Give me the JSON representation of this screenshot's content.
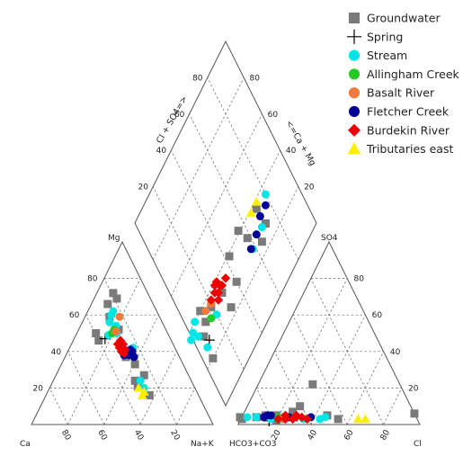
{
  "chart_data": {
    "type": "scatter",
    "subtype": "piper-diagram",
    "grid": true,
    "legend": "top-right",
    "corner_labels": {
      "cation_left": "Ca",
      "cation_right": "Na+K",
      "cation_top": "Mg",
      "anion_left": "HCO3+CO3",
      "anion_right": "Cl",
      "anion_top": "SO4"
    },
    "axis_labels": {
      "diamond_left": "Cl + SO4=>",
      "diamond_right": "<=Ca + Mg"
    },
    "ticks": [
      "20",
      "40",
      "60",
      "80"
    ],
    "series": [
      {
        "name": "Groundwater",
        "marker": "square",
        "color": "#7a7a7a",
        "cations": [
          [
            -26,
            46
          ],
          [
            -29,
            50
          ],
          [
            -14,
            59
          ],
          [
            -16,
            66
          ],
          [
            -10,
            72
          ],
          [
            -6,
            69
          ],
          [
            -4,
            52
          ],
          [
            4,
            37
          ],
          [
            14,
            33
          ],
          [
            24,
            27
          ],
          [
            14,
            24
          ],
          [
            17,
            21
          ],
          [
            30,
            16
          ]
        ],
        "anions": [
          [
            1,
            4
          ],
          [
            2,
            3
          ],
          [
            10,
            4
          ],
          [
            15,
            5
          ],
          [
            21,
            5
          ],
          [
            26,
            4
          ],
          [
            34,
            10
          ],
          [
            30,
            7
          ],
          [
            49,
            5
          ],
          [
            55,
            3
          ],
          [
            97,
            6
          ],
          [
            41,
            22
          ],
          [
            21,
            2
          ]
        ],
        "diamond": [
          [
            36,
            74
          ],
          [
            39,
            77
          ],
          [
            42,
            73
          ],
          [
            38,
            81
          ],
          [
            52,
            59
          ],
          [
            57,
            52
          ],
          [
            62,
            54
          ],
          [
            53,
            73
          ],
          [
            70,
            55
          ],
          [
            43,
            87
          ],
          [
            48,
            69
          ],
          [
            72,
            50
          ],
          [
            67,
            46
          ],
          [
            56,
            66
          ]
        ]
      },
      {
        "name": "Spring",
        "marker": "plus",
        "color": "#000000",
        "cations": [
          [
            -19,
            47
          ]
        ],
        "anions": [
          [
            17,
            2
          ]
        ],
        "diamond": [
          [
            41,
            82
          ]
        ]
      },
      {
        "name": "Stream",
        "marker": "circle",
        "color": "#00e5e5",
        "cations": [
          [
            -15,
            49
          ],
          [
            -14,
            56
          ],
          [
            -12,
            60
          ],
          [
            -10,
            62
          ],
          [
            -8,
            52
          ],
          [
            -7,
            54
          ],
          [
            -6,
            50
          ],
          [
            10,
            40
          ],
          [
            12,
            42
          ],
          [
            20,
            24
          ],
          [
            24,
            20
          ]
        ],
        "anions": [
          [
            5,
            4
          ],
          [
            10,
            4
          ],
          [
            18,
            3
          ],
          [
            24,
            3
          ],
          [
            28,
            4
          ],
          [
            36,
            3
          ],
          [
            48,
            4
          ],
          [
            45,
            3
          ]
        ],
        "diamond": [
          [
            40,
            84
          ],
          [
            35,
            81
          ],
          [
            32,
            80
          ],
          [
            31,
            82
          ],
          [
            33,
            77
          ],
          [
            45,
            75
          ],
          [
            72,
            42
          ],
          [
            70,
            51
          ],
          [
            65,
            57
          ]
        ]
      },
      {
        "name": "Allingham Creek",
        "marker": "circle",
        "color": "#22cc22",
        "cations": [
          [
            -11,
            50
          ],
          [
            -9,
            52
          ]
        ],
        "anions": [
          [
            22,
            4
          ]
        ],
        "diamond": [
          [
            42,
            76
          ]
        ]
      },
      {
        "name": "Basalt River",
        "marker": "circle",
        "color": "#f07a3a",
        "cations": [
          [
            -3,
            59
          ],
          [
            -7,
            51
          ]
        ],
        "anions": [
          [
            25,
            3
          ]
        ],
        "diamond": [
          [
            39,
            74
          ],
          [
            42,
            72
          ]
        ]
      },
      {
        "name": "Fletcher Creek",
        "marker": "circle",
        "color": "#000099",
        "cations": [
          [
            5,
            39
          ],
          [
            8,
            38
          ],
          [
            9,
            41
          ],
          [
            11,
            40
          ],
          [
            13,
            37
          ],
          [
            2,
            38
          ]
        ],
        "anions": [
          [
            14,
            4
          ],
          [
            16,
            5
          ],
          [
            18,
            5
          ],
          [
            28,
            4
          ],
          [
            40,
            4
          ]
        ],
        "diamond": [
          [
            64,
            57
          ],
          [
            67,
            53
          ],
          [
            72,
            45
          ],
          [
            69,
            48
          ]
        ]
      },
      {
        "name": "Burdekin River",
        "marker": "diamond",
        "color": "#ee0000",
        "cations": [
          [
            -5,
            44
          ],
          [
            -3,
            42
          ],
          [
            -1,
            40
          ],
          [
            0,
            42
          ],
          [
            1,
            44
          ],
          [
            2,
            39
          ],
          [
            3,
            41
          ],
          [
            -2,
            46
          ]
        ],
        "anions": [
          [
            22,
            3
          ],
          [
            26,
            3
          ],
          [
            30,
            3
          ],
          [
            32,
            4
          ],
          [
            35,
            4
          ],
          [
            38,
            3
          ],
          [
            26,
            5
          ],
          [
            32,
            5
          ]
        ],
        "diamond": [
          [
            42,
            71
          ],
          [
            44,
            69
          ],
          [
            46,
            69
          ],
          [
            47,
            67
          ],
          [
            48,
            67
          ],
          [
            50,
            65
          ],
          [
            44,
            67
          ],
          [
            46,
            71
          ],
          [
            45,
            66
          ]
        ]
      },
      {
        "name": "Tributaries east",
        "marker": "triangle",
        "color": "#ffee00",
        "cations": [
          [
            18,
            20
          ],
          [
            22,
            16
          ],
          [
            24,
            18
          ]
        ],
        "anions": [
          [
            66,
            3
          ],
          [
            70,
            3
          ]
        ],
        "diamond": [
          [
            64,
            47
          ],
          [
            67,
            44
          ]
        ]
      }
    ]
  }
}
